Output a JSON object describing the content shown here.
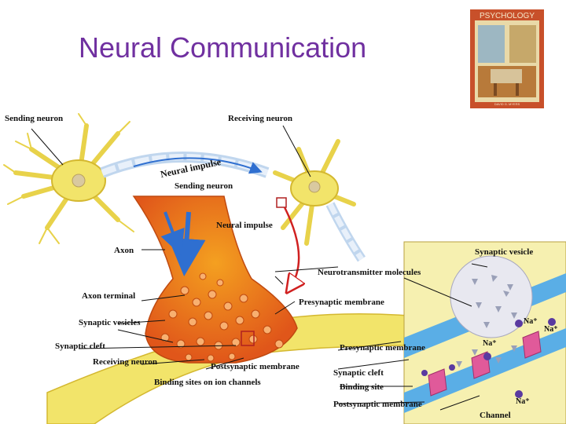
{
  "slide": {
    "title": "Neural Communication"
  },
  "book_cover": {
    "title": "PSYCHOLOGY",
    "author": "DAVID G. MYERS"
  },
  "diagram": {
    "labels": {
      "sending_neuron_top": "Sending neuron",
      "receiving_neuron_top": "Receiving neuron",
      "neural_impulse_top": "Neural impulse",
      "sending_neuron_mid": "Sending neuron",
      "neural_impulse_mid": "Neural impulse",
      "axon": "Axon",
      "neurotransmitter_molecules": "Neurotransmitter molecules",
      "axon_terminal": "Axon terminal",
      "presynaptic_membrane": "Presynaptic membrane",
      "synaptic_vesicles": "Synaptic vesicles",
      "synaptic_cleft": "Synaptic cleft",
      "receiving_neuron_bottom": "Receiving neuron",
      "postsynaptic_membrane": "Postsynaptic membrane",
      "binding_sites": "Binding sites on ion channels",
      "synaptic_vesicle": "Synaptic vesicle",
      "presynaptic_membrane_inset": "Presynaptic membrane",
      "synaptic_cleft_inset": "Synaptic cleft",
      "binding_site": "Binding site",
      "postsynaptic_membrane_inset": "Postsynaptic membrane",
      "channel": "Channel",
      "na_1": "Na⁺",
      "na_2": "Na⁺",
      "na_3": "Na⁺",
      "na_4": "Na⁺"
    }
  }
}
